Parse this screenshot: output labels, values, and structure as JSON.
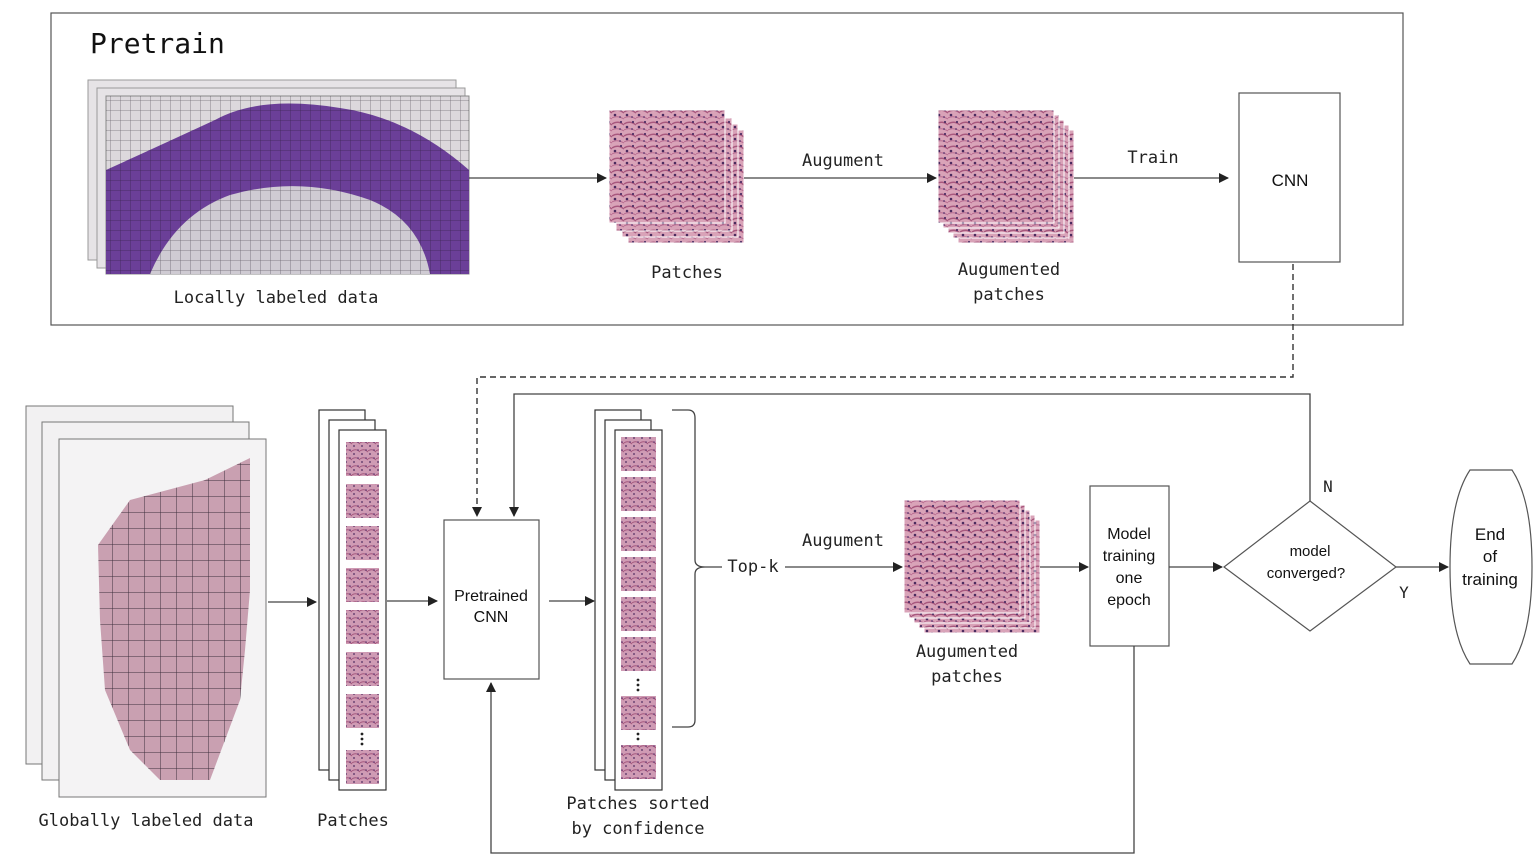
{
  "pretrain": {
    "title": "Pretrain",
    "locally_labeled_label": "Locally labeled data",
    "patches_label": "Patches",
    "augment_label": "Augument",
    "augmented_label_line1": "Augumented",
    "augmented_label_line2": "patches",
    "train_label": "Train",
    "cnn_label": "CNN"
  },
  "main": {
    "globally_labeled_label": "Globally labeled data",
    "patches_label": "Patches",
    "pretrained_cnn_line1": "Pretrained",
    "pretrained_cnn_line2": "CNN",
    "sorted_label_line1": "Patches sorted",
    "sorted_label_line2": "by confidence",
    "topk_label": "Top-k",
    "augment_label": "Augument",
    "augmented_label_line1": "Augumented",
    "augmented_label_line2": "patches",
    "model_training_lines": [
      "Model",
      "training",
      "one",
      "epoch"
    ],
    "decision_line1": "model",
    "decision_line2": "converged?",
    "no_label": "N",
    "yes_label": "Y",
    "end_lines": [
      "End",
      "of",
      "training"
    ]
  },
  "colors": {
    "tissue_purple": "#6a3e96",
    "tissue_pink": "#c98aa6",
    "tissue_dark": "#4b2f63",
    "slide_bg": "#e8e6e8"
  }
}
